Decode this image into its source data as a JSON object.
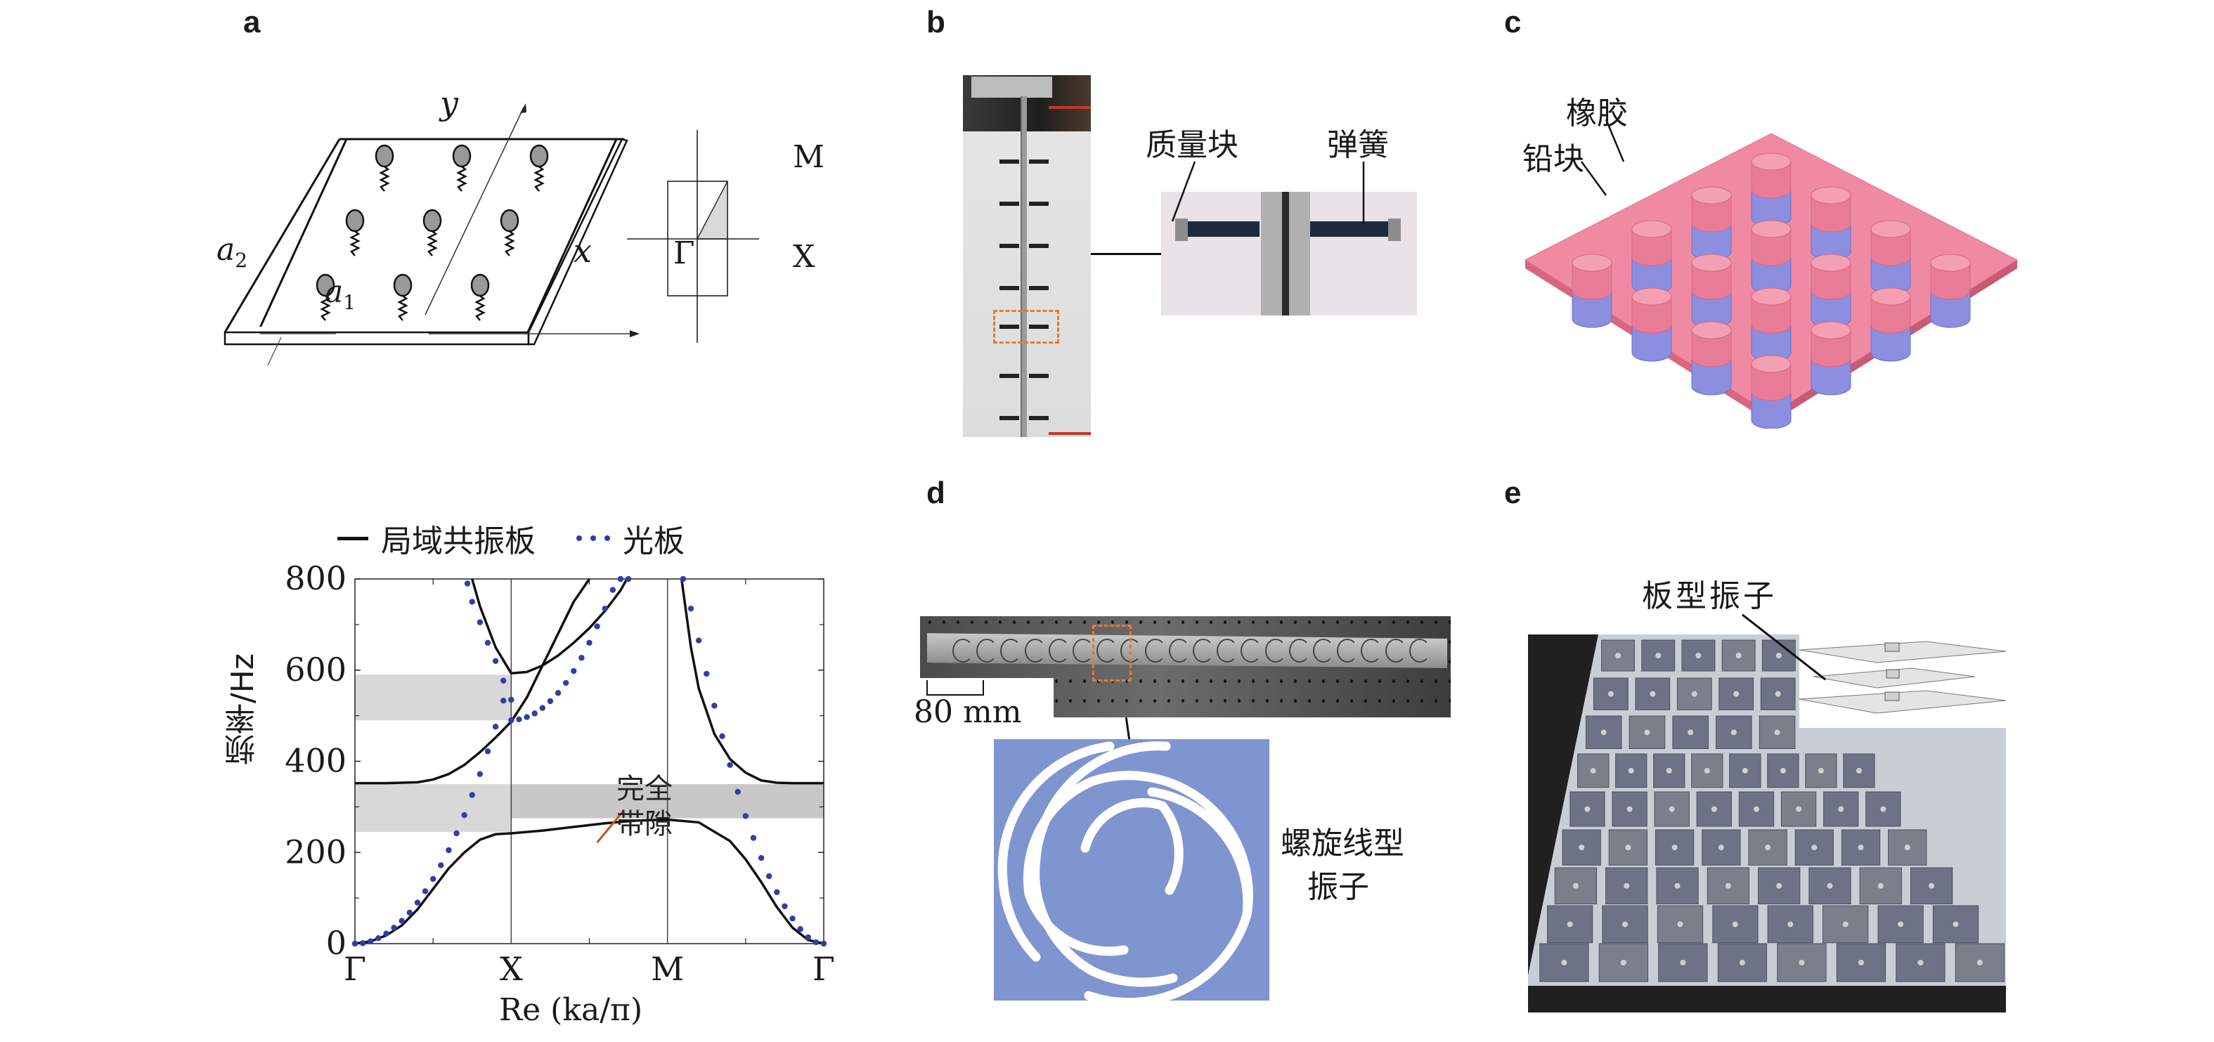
{
  "panels": {
    "a": {
      "label": "a",
      "schematic": {
        "axis_x": "x",
        "axis_y": "y",
        "lattice_a1": "a",
        "lattice_a1_sub": "1",
        "lattice_a2": "a",
        "lattice_a2_sub": "2"
      },
      "brillouin_zone": {
        "point_gamma": "Γ",
        "point_x": "X",
        "point_m": "M"
      }
    },
    "b": {
      "label": "b",
      "callout_mass": "质量块",
      "callout_spring": "弹簧",
      "highlight_color": "#e87a2e"
    },
    "c": {
      "label": "c",
      "callout_rubber": "橡胶",
      "callout_lead": "铅块",
      "rubber_color": "#8c8ee0",
      "lead_color": "#e87b95"
    },
    "d": {
      "label": "d",
      "scale_bar": "80 mm",
      "callout_line1": "螺旋线型",
      "callout_line2": "振子",
      "spiral_bg_color": "#7f95cf"
    },
    "e": {
      "label": "e",
      "callout": "板型振子"
    }
  },
  "chart_data": {
    "type": "line",
    "title": "",
    "xlabel": "Re (ka/π)",
    "ylabel": "频率/Hz",
    "ylim": [
      0,
      800
    ],
    "yticks": [
      0,
      200,
      400,
      600,
      800
    ],
    "x_tick_labels": [
      "Γ",
      "X",
      "M",
      "Γ"
    ],
    "x_ticks": [
      0,
      1,
      2,
      3
    ],
    "xlim": [
      0,
      3
    ],
    "grid": false,
    "legend": {
      "placement": "top",
      "entries": [
        {
          "name": "局域共振板",
          "style": "solid",
          "color": "#111111"
        },
        {
          "name": "光板",
          "style": "dotted",
          "color": "#2d3fa8"
        }
      ]
    },
    "annotation": {
      "line1": "完全",
      "line2": "带隙",
      "color": "#c0521e"
    },
    "shaded_bands": [
      {
        "x_from": 0,
        "x_to": 1,
        "y_from": 490,
        "y_to": 590,
        "color": "#d8d8d8"
      },
      {
        "x_from": 0,
        "x_to": 1,
        "y_from": 245,
        "y_to": 350,
        "color": "#d8d8d8"
      },
      {
        "x_from": 1,
        "x_to": 3,
        "y_from": 275,
        "y_to": 350,
        "color": "#c8c8c8"
      }
    ],
    "series": [
      {
        "name": "局域共振板 branch 1",
        "style": "solid",
        "x": [
          0,
          0.1,
          0.2,
          0.3,
          0.4,
          0.5,
          0.6,
          0.7,
          0.8,
          0.9,
          1.0,
          1.2,
          1.4,
          1.6,
          1.8,
          2.0,
          2.2,
          2.4,
          2.5,
          2.6,
          2.7,
          2.8,
          2.9,
          3.0
        ],
        "y": [
          0,
          5,
          18,
          40,
          75,
          120,
          165,
          200,
          228,
          240,
          242,
          248,
          256,
          264,
          270,
          272,
          266,
          225,
          185,
          135,
          80,
          35,
          8,
          0
        ]
      },
      {
        "name": "局域共振板 branch 2",
        "style": "solid",
        "x": [
          0,
          0.2,
          0.4,
          0.5,
          0.6,
          0.7,
          0.8,
          0.9,
          1.0,
          1.1,
          1.2,
          1.3,
          1.4,
          1.5
        ],
        "y": [
          352,
          352,
          354,
          360,
          372,
          392,
          420,
          452,
          487,
          540,
          610,
          680,
          750,
          800
        ]
      },
      {
        "name": "局域共振板 branch 3",
        "style": "solid",
        "x": [
          2.09,
          2.15,
          2.2,
          2.3,
          2.4,
          2.5,
          2.6,
          2.7,
          2.8,
          3.0
        ],
        "y": [
          800,
          650,
          560,
          460,
          405,
          375,
          358,
          353,
          352,
          352
        ]
      },
      {
        "name": "局域共振板 branch 4",
        "style": "solid",
        "x": [
          0.75,
          0.8,
          0.9,
          1.0,
          1.1,
          1.2,
          1.3,
          1.4,
          1.5,
          1.6,
          1.7,
          1.74
        ],
        "y": [
          800,
          740,
          650,
          593,
          596,
          610,
          632,
          660,
          692,
          730,
          775,
          800
        ]
      },
      {
        "name": "光板",
        "style": "dotted",
        "x": [
          0,
          0.05,
          0.1,
          0.15,
          0.2,
          0.25,
          0.3,
          0.35,
          0.4,
          0.45,
          0.5,
          0.55,
          0.6,
          0.65,
          0.7,
          0.75,
          0.8,
          0.85,
          0.9,
          0.95,
          1.0,
          1.05,
          1.1,
          1.15,
          1.2,
          1.25,
          1.3,
          1.35,
          1.4,
          1.45,
          1.5,
          1.55,
          1.6,
          1.65,
          1.7,
          1.75,
          2.1,
          2.15,
          2.2,
          2.25,
          2.3,
          2.35,
          2.4,
          2.45,
          2.5,
          2.55,
          2.6,
          2.65,
          2.7,
          2.75,
          2.8,
          2.85,
          2.9,
          2.95,
          3.0
        ],
        "y": [
          0,
          1,
          5,
          12,
          22,
          35,
          50,
          68,
          90,
          115,
          142,
          172,
          205,
          242,
          282,
          326,
          372,
          422,
          476,
          533,
          490,
          492,
          497,
          505,
          517,
          532,
          550,
          572,
          598,
          627,
          660,
          696,
          735,
          776,
          800,
          800,
          800,
          735,
          665,
          592,
          522,
          455,
          392,
          333,
          280,
          232,
          188,
          148,
          113,
          82,
          55,
          32,
          14,
          3,
          0
        ]
      },
      {
        "name": "光板 branch 2",
        "style": "dotted",
        "x": [
          0.72,
          0.75,
          0.8,
          0.85,
          0.9,
          0.95,
          1.0
        ],
        "y": [
          790,
          750,
          705,
          660,
          620,
          577,
          535
        ]
      }
    ]
  }
}
